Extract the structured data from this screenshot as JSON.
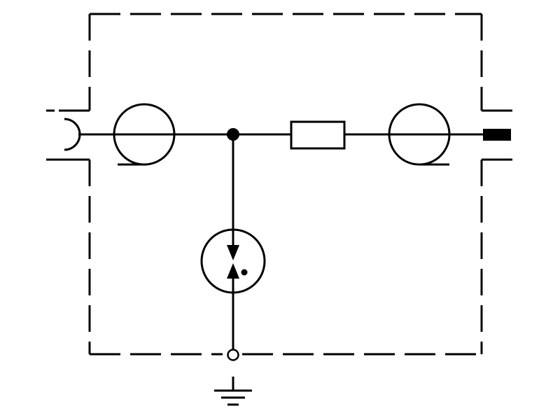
{
  "diagram": {
    "type": "schematic",
    "description_free": true,
    "colors": {
      "background": "#ffffff",
      "line": "#000000"
    },
    "components": [
      {
        "id": "input-connector",
        "symbol": "female-socket-icon"
      },
      {
        "id": "input-coupling",
        "symbol": "coaxial-transition-icon"
      },
      {
        "id": "junction",
        "symbol": "junction-dot-icon"
      },
      {
        "id": "series-resistor",
        "symbol": "resistor-icon"
      },
      {
        "id": "output-coupling",
        "symbol": "coaxial-transition-icon"
      },
      {
        "id": "output-connector",
        "symbol": "male-plug-icon"
      },
      {
        "id": "gas-discharge-tube",
        "symbol": "gas-discharge-arrester-icon"
      },
      {
        "id": "ground-terminal",
        "symbol": "terminal-circle-icon"
      },
      {
        "id": "earth",
        "symbol": "ground-icon"
      }
    ],
    "enclosure": {
      "style": "dash-dot"
    }
  }
}
